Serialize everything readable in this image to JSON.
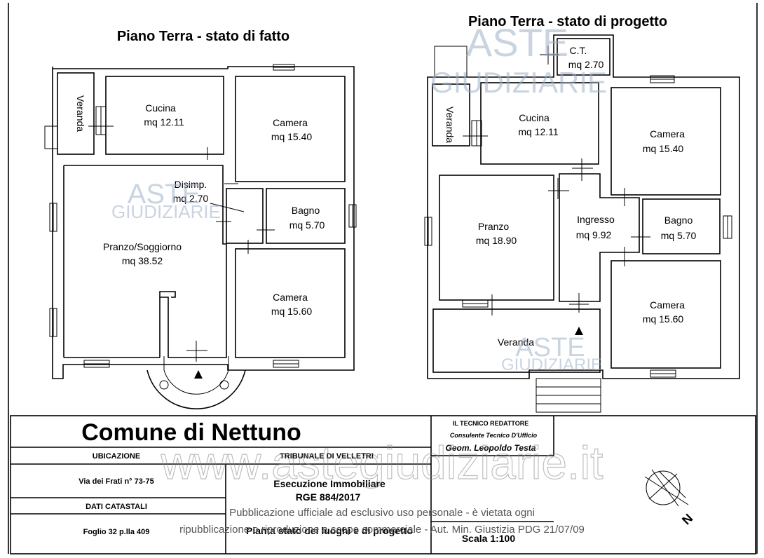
{
  "before": {
    "title": "Piano Terra - stato di fatto",
    "rooms": {
      "veranda": "Veranda",
      "cucina": "Cucina",
      "cucina_area": "mq 12.11",
      "camera1": "Camera",
      "camera1_area": "mq 15.40",
      "disimp": "Disimp.",
      "disimp_area": "mq 2.70",
      "bagno": "Bagno",
      "bagno_area": "mq 5.70",
      "pranzo": "Pranzo/Soggiorno",
      "pranzo_area": "mq 38.52",
      "camera2": "Camera",
      "camera2_area": "mq 15.60"
    }
  },
  "after": {
    "title": "Piano Terra - stato di progetto",
    "rooms": {
      "ct": "C.T.",
      "ct_area": "mq 2.70",
      "veranda_side": "Veranda",
      "cucina": "Cucina",
      "cucina_area": "mq 12.11",
      "camera1": "Camera",
      "camera1_area": "mq 15.40",
      "pranzo": "Pranzo",
      "pranzo_area": "mq 18.90",
      "ingresso": "Ingresso",
      "ingresso_area": "mq 9.92",
      "bagno": "Bagno",
      "bagno_area": "mq 5.70",
      "camera2": "Camera",
      "camera2_area": "mq 15.60",
      "veranda_front": "Veranda"
    }
  },
  "titleblock": {
    "comune": "Comune di Nettuno",
    "ubicazione_label": "UBICAZIONE",
    "ubicazione_value": "Via dei Frati n° 73-75",
    "dati_label": "DATI CATASTALI",
    "dati_value": "Foglio 32  p.lla 409",
    "tribunale": "TRIBUNALE DI VELLETRI",
    "esecuzione": "Esecuzione Immobiliare",
    "rge": "RGE  884/2017",
    "pianta": "Pianta stato dei luoghi e di progetto",
    "tecnico_label": "IL TECNICO REDATTORE",
    "consulente": "Consulente Tecnico D'Ufficio",
    "geometra": "Geom. Leopoldo Testa",
    "scala": "Scala 1:100",
    "north": "N"
  },
  "watermarks": {
    "aste": "ASTE",
    "giudiziarie": "GIUDIZIARIE",
    "site": "www.astegiudiziarie.it",
    "notice_line1": "Pubblicazione ufficiale ad esclusivo uso personale - è vietata ogni",
    "notice_line2": "ripubblicazione o riproduzione a scopo commerciale - Aut. Min. Giustizia PDG 21/07/09"
  },
  "colors": {
    "line": "#000000",
    "watermark_blue": "#9fb2c9",
    "watermark_orange": "#e3b57a",
    "watermark_grey": "#8c8c8c"
  }
}
